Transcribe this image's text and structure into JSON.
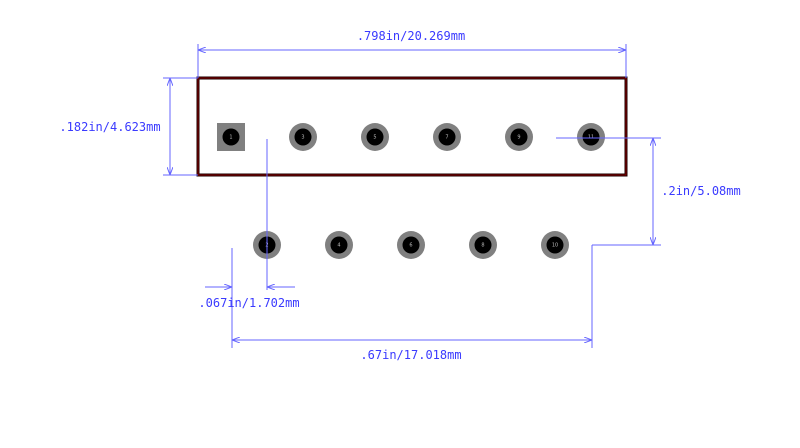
{
  "dimensions": {
    "width": ".798in/20.269mm",
    "height": ".182in/4.623mm",
    "row_spacing": ".2in/5.08mm",
    "pitch": ".067in/1.702mm",
    "pin_span": ".67in/17.018mm"
  },
  "pins_top": [
    "1",
    "3",
    "5",
    "7",
    "9",
    "11"
  ],
  "pins_bottom": [
    "2",
    "4",
    "6",
    "8",
    "10"
  ],
  "colors": {
    "dimension": "#6666ff",
    "outline": "#1a0000",
    "pad": "#808080",
    "hole": "#000000"
  }
}
